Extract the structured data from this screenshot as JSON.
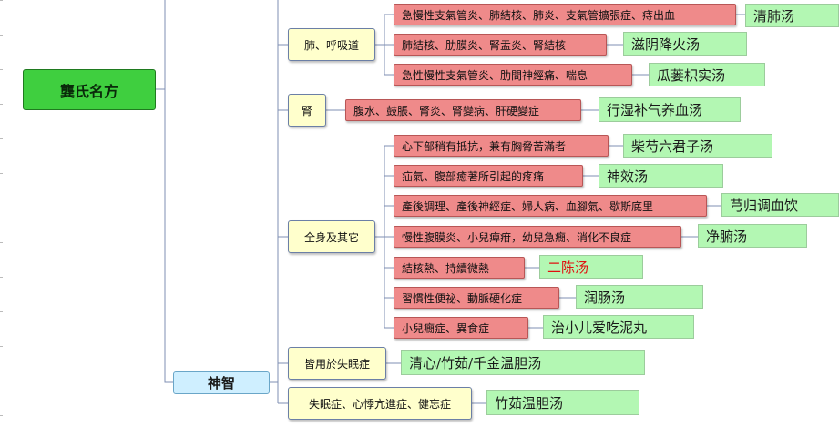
{
  "colors": {
    "line": "#7f8fb3",
    "root_fill": "#3fcf3f",
    "branch_fill": "#cfefff",
    "category_fill": "#ffffcc",
    "condition_fill": "#ef8a8a",
    "remedy_fill": "#b3f7b3",
    "highlight_text": "#e01010"
  },
  "mindmap": {
    "root": {
      "label": "龔氏名方"
    },
    "branch": {
      "label": "神智"
    },
    "categories": [
      {
        "id": "lung",
        "label": "肺、呼吸道"
      },
      {
        "id": "kidney",
        "label": "腎"
      },
      {
        "id": "body",
        "label": "全身及其它"
      },
      {
        "id": "sleep",
        "label": "皆用於失眠症"
      },
      {
        "id": "insomnia",
        "label": "失眠症、心悸亢進症、健忘症"
      }
    ],
    "conditions": [
      {
        "label": "急慢性支氣管炎、肺結核、肺炎、支氣管擴張症、痔出血",
        "remedy": "清肺汤"
      },
      {
        "label": "肺結核、肋膜炎、腎盂炎、腎結核",
        "remedy": "滋阴降火汤"
      },
      {
        "label": "急性慢性支氣管炎、肋間神經痛、喘息",
        "remedy": "瓜蒌枳实汤"
      },
      {
        "label": "腹水、鼓脹、腎炎、腎變病、肝硬變症",
        "remedy": "行湿补气养血汤"
      },
      {
        "label": "心下部稍有抵抗，兼有胸脅苦滿者",
        "remedy": "柴芍六君子汤"
      },
      {
        "label": "疝氣、腹部癒著所引起的疼痛",
        "remedy": "神效汤"
      },
      {
        "label": "產後調理、產後神經症、婦人病、血腳氣、歇斯底里",
        "remedy": "芎归调血饮"
      },
      {
        "label": "慢性腹膜炎、小兒痺疳，幼兒急癇、消化不良症",
        "remedy": "净腑汤"
      },
      {
        "label": "結核熱、持續微熱",
        "remedy": "二陈汤"
      },
      {
        "label": "習慣性便祕、動脈硬化症",
        "remedy": "润肠汤"
      },
      {
        "label": "小兒癇症、異食症",
        "remedy": "治小儿爱吃泥丸"
      }
    ],
    "direct_remedies": [
      {
        "remedy": "清心/竹茹/千金温胆汤"
      },
      {
        "remedy": "竹茹温胆汤"
      }
    ]
  }
}
